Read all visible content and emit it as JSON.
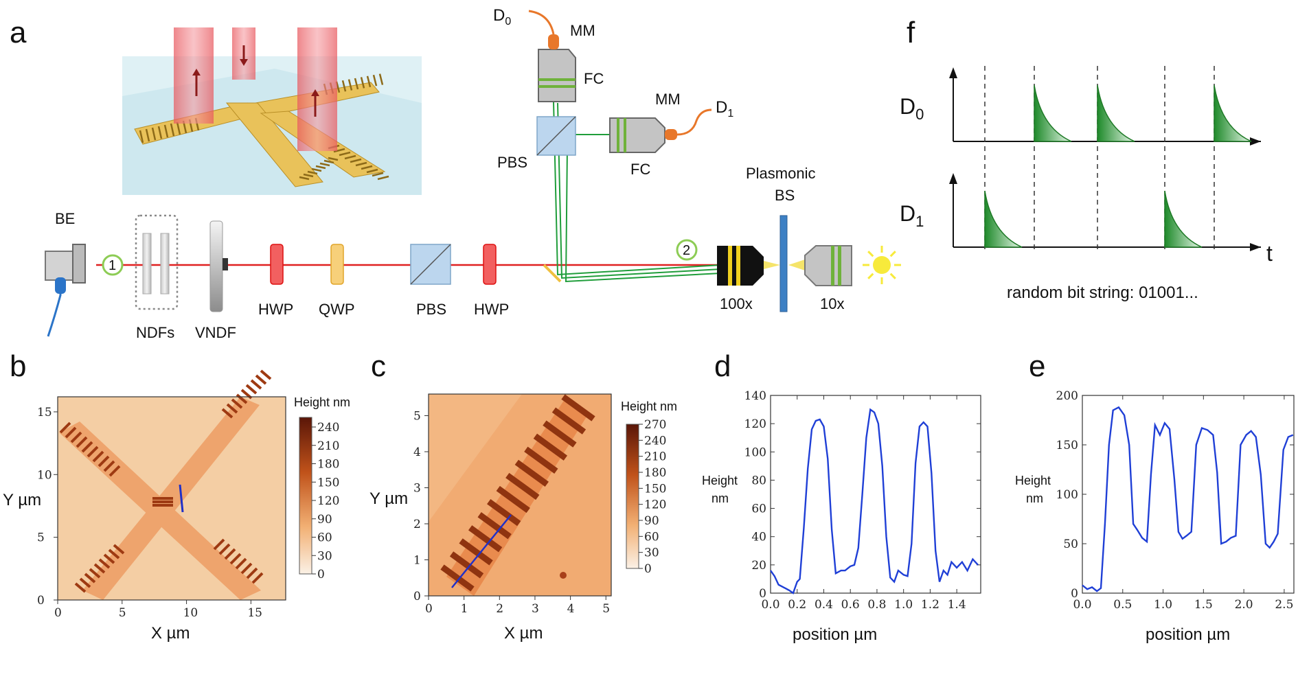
{
  "panels": {
    "a": "a",
    "b": "b",
    "c": "c",
    "d": "d",
    "e": "e",
    "f": "f"
  },
  "setup": {
    "labels": {
      "be": "BE",
      "ndfs": "NDFs",
      "vndf": "VNDF",
      "hwp1": "HWP",
      "qwp": "QWP",
      "pbs_main": "PBS",
      "hwp2": "HWP",
      "obj100": "100x",
      "obj10": "10x",
      "plasmonic": "Plasmonic",
      "bs": "BS",
      "pbs_det": "PBS",
      "fc_top": "FC",
      "fc_right": "FC",
      "mm_top": "MM",
      "mm_right": "MM",
      "d0": "D",
      "d0_sub": "0",
      "d1": "D",
      "d1_sub": "1",
      "marker1": "1",
      "marker2": "2"
    }
  },
  "panel_f": {
    "d0": "D",
    "d0_sub": "0",
    "d1": "D",
    "d1_sub": "1",
    "t_axis": "t",
    "caption": "random bit string: 01001...",
    "d0_pulses": [
      2,
      3,
      5
    ],
    "d1_pulses": [
      1,
      4
    ]
  },
  "afm_b": {
    "ylabel": "Y µm",
    "xlabel": "X µm",
    "xticks": [
      "0",
      "5",
      "10",
      "15"
    ],
    "yticks": [
      "0",
      "5",
      "10",
      "15"
    ],
    "scale_title": "Height nm",
    "scale_ticks": [
      "0",
      "30",
      "60",
      "90",
      "120",
      "150",
      "180",
      "210",
      "240"
    ]
  },
  "afm_c": {
    "ylabel": "Y µm",
    "xlabel": "X µm",
    "xticks": [
      "0",
      "1",
      "2",
      "3",
      "4",
      "5"
    ],
    "yticks": [
      "0",
      "1",
      "2",
      "3",
      "4",
      "5"
    ],
    "scale_title": "Height nm",
    "scale_ticks": [
      "0",
      "30",
      "60",
      "90",
      "120",
      "150",
      "180",
      "210",
      "240",
      "270"
    ]
  },
  "chart_data": [
    {
      "panel": "d",
      "type": "line",
      "xlabel": "position µm",
      "ylabel": "Height nm",
      "xlim": [
        0,
        1.58
      ],
      "ylim": [
        0,
        140
      ],
      "xticks": [
        0,
        0.2,
        0.4,
        0.6,
        0.8,
        1.0,
        1.2,
        1.4
      ],
      "yticks": [
        0,
        20,
        40,
        60,
        80,
        100,
        120,
        140
      ],
      "color": "#1f3fd6",
      "x": [
        0,
        0.03,
        0.06,
        0.1,
        0.14,
        0.17,
        0.2,
        0.22,
        0.25,
        0.28,
        0.31,
        0.34,
        0.37,
        0.4,
        0.43,
        0.46,
        0.49,
        0.53,
        0.56,
        0.6,
        0.63,
        0.66,
        0.69,
        0.72,
        0.75,
        0.78,
        0.81,
        0.84,
        0.87,
        0.9,
        0.93,
        0.96,
        1.0,
        1.03,
        1.06,
        1.09,
        1.12,
        1.15,
        1.18,
        1.21,
        1.24,
        1.27,
        1.3,
        1.33,
        1.36,
        1.4,
        1.44,
        1.48,
        1.52,
        1.56
      ],
      "y": [
        16,
        12,
        6,
        4,
        2,
        0,
        8,
        10,
        46,
        88,
        116,
        122,
        123,
        118,
        95,
        45,
        14,
        16,
        16,
        19,
        20,
        32,
        70,
        110,
        130,
        128,
        120,
        90,
        40,
        11,
        8,
        16,
        13,
        12,
        35,
        92,
        118,
        121,
        118,
        85,
        30,
        8,
        16,
        13,
        22,
        18,
        22,
        16,
        24,
        20
      ]
    },
    {
      "panel": "e",
      "type": "line",
      "xlabel": "position µm",
      "ylabel": "Height nm",
      "xlim": [
        0,
        2.62
      ],
      "ylim": [
        0,
        200
      ],
      "xticks": [
        0,
        0.5,
        1.0,
        1.5,
        2.0,
        2.5
      ],
      "yticks": [
        0,
        50,
        100,
        150,
        200
      ],
      "color": "#1f3fd6",
      "x": [
        0,
        0.06,
        0.12,
        0.18,
        0.23,
        0.28,
        0.33,
        0.38,
        0.45,
        0.52,
        0.58,
        0.63,
        0.68,
        0.74,
        0.8,
        0.85,
        0.9,
        0.96,
        1.02,
        1.08,
        1.14,
        1.19,
        1.24,
        1.29,
        1.35,
        1.41,
        1.48,
        1.55,
        1.62,
        1.67,
        1.72,
        1.78,
        1.84,
        1.9,
        1.96,
        2.03,
        2.09,
        2.15,
        2.21,
        2.27,
        2.32,
        2.37,
        2.42,
        2.49,
        2.55,
        2.61
      ],
      "y": [
        8,
        4,
        6,
        2,
        5,
        70,
        150,
        185,
        188,
        180,
        150,
        70,
        64,
        56,
        52,
        120,
        170,
        160,
        172,
        166,
        115,
        62,
        55,
        58,
        62,
        150,
        167,
        165,
        160,
        122,
        50,
        52,
        56,
        58,
        150,
        160,
        164,
        158,
        120,
        50,
        46,
        52,
        60,
        145,
        158,
        160
      ]
    }
  ]
}
